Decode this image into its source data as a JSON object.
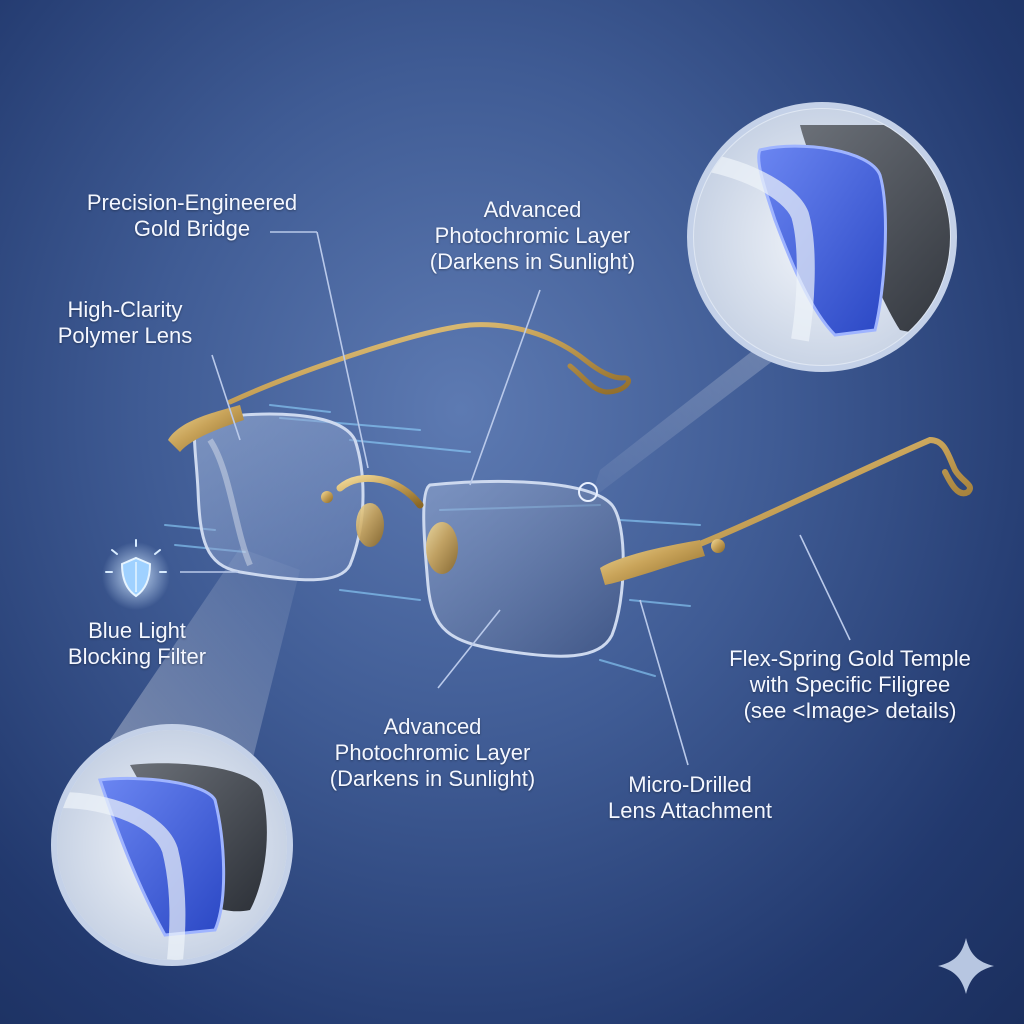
{
  "labels": {
    "bridge": [
      "Precision-Engineered",
      "Gold Bridge"
    ],
    "photochromic_top": [
      "Advanced",
      "Photochromic Layer",
      "(Darkens in Sunlight)"
    ],
    "lens": [
      "High-Clarity",
      "Polymer Lens"
    ],
    "blue_light": [
      "Blue Light",
      "Blocking Filter"
    ],
    "photochromic_bottom": [
      "Advanced",
      "Photochromic Layer",
      "(Darkens in Sunlight)"
    ],
    "attachment": [
      "Micro-Drilled",
      "Lens Attachment"
    ],
    "temple": [
      "Flex-Spring Gold Temple",
      "with Specific Filigree",
      "(see <Image> details)"
    ]
  },
  "icons": [
    "shield-icon",
    "sparkle-icon"
  ],
  "colors": {
    "background": "#2c4580",
    "gold": "#c9a45a",
    "blue_filter": "#3f63e0",
    "photochromic": "#3a3f48",
    "lens": "#dfe9f7",
    "callout_line": "#b9c9ea"
  }
}
